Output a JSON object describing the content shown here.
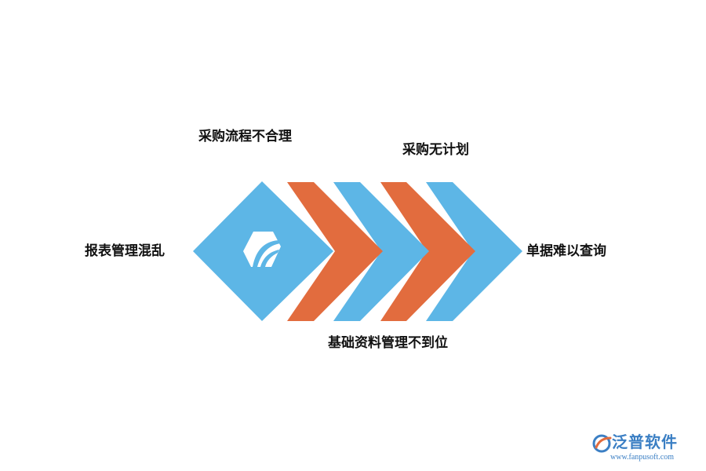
{
  "labels": {
    "top_left": "采购流程不合理",
    "top_right": "采购无计划",
    "left": "报表管理混乱",
    "right": "单据难以查询",
    "bottom": "基础资料管理不到位"
  },
  "colors": {
    "blue": "#5DB6E6",
    "orange": "#E26C3E",
    "brand": "#3B7FC4"
  },
  "icons": {
    "center": "leaf-hexagon-icon",
    "brand": "fanpu-logo-icon"
  },
  "brand": {
    "name": "泛普软件",
    "url": "www.fanpusoft.com"
  }
}
